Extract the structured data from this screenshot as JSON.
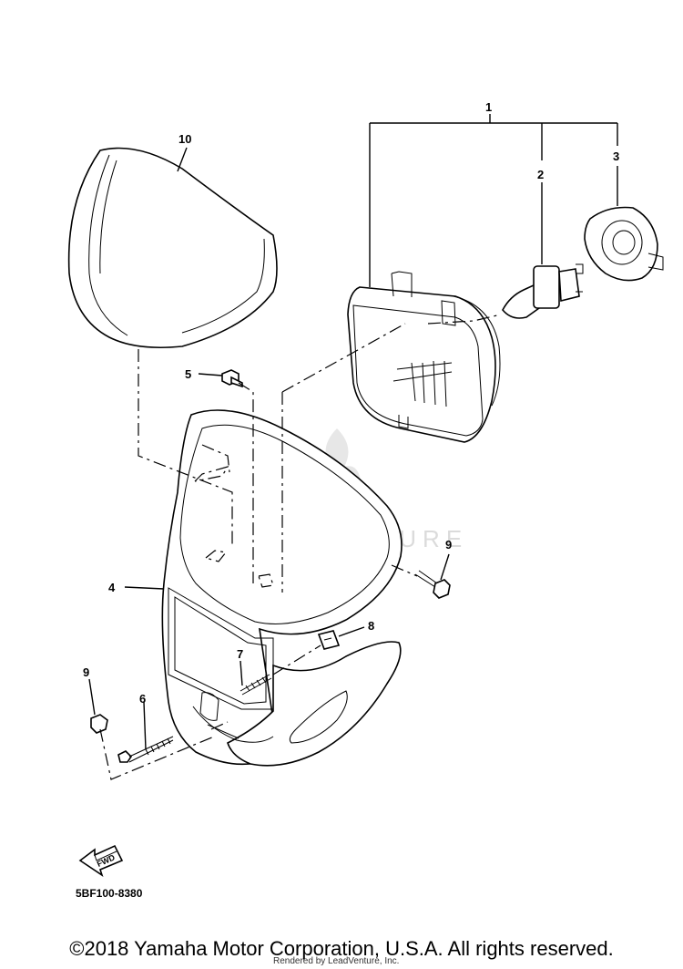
{
  "callouts": [
    {
      "id": "c1",
      "text": "1"
    },
    {
      "id": "c2",
      "text": "2"
    },
    {
      "id": "c3",
      "text": "3"
    },
    {
      "id": "c4",
      "text": "4"
    },
    {
      "id": "c5",
      "text": "5"
    },
    {
      "id": "c6",
      "text": "6"
    },
    {
      "id": "c7",
      "text": "7"
    },
    {
      "id": "c8",
      "text": "8"
    },
    {
      "id": "c9a",
      "text": "9"
    },
    {
      "id": "c9b",
      "text": "9"
    },
    {
      "id": "c10",
      "text": "10"
    }
  ],
  "fwd_label": "FWD",
  "diagram_code": "5BF100-8380",
  "copyright": "©2018 Yamaha Motor Corporation, U.S.A. All rights reserved.",
  "rendered_by": "Rendered by LeadVenture, Inc.",
  "watermark": "LEADVENTURE"
}
